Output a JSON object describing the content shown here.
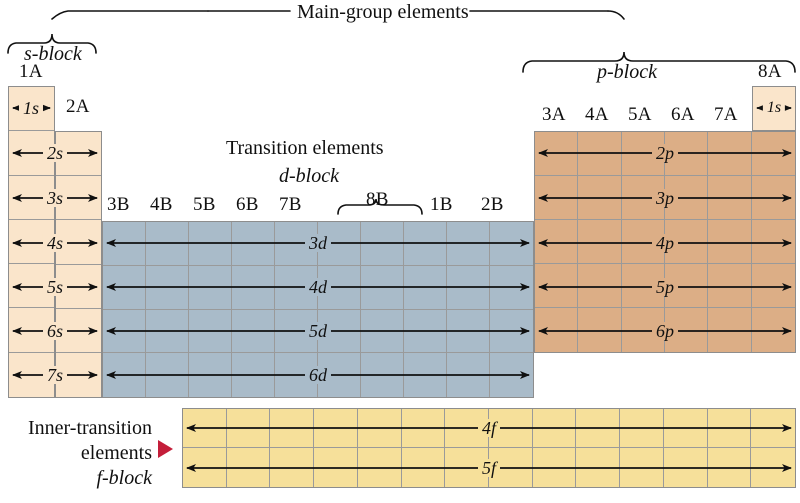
{
  "figure": {
    "title_main_group": "Main-group elements",
    "label_s_block": "s-block",
    "label_p_block": "p-block",
    "label_transition": "Transition elements",
    "label_d_block": "d-block",
    "label_inner_line1": "Inner-transition",
    "label_inner_line2": "elements",
    "label_inner_line3": "f-block",
    "pointer_icon": "red-triangle-right-icon"
  },
  "colors": {
    "s_block": "#FAE5CB",
    "d_block": "#A9BBC9",
    "p_block": "#DCAE86",
    "f_block": "#F6E09A",
    "grid_line": "#9A9A9A",
    "border": "#8D8D8D",
    "arrow": "#101010",
    "pointer": "#C41E3A",
    "text": "#101010"
  },
  "group_labels": {
    "s_block": [
      "1A",
      "2A"
    ],
    "d_block": [
      "3B",
      "4B",
      "5B",
      "6B",
      "7B",
      "8B",
      "1B",
      "2B"
    ],
    "p_block": [
      "3A",
      "4A",
      "5A",
      "6A",
      "7A",
      "8A"
    ]
  },
  "orbital_labels": {
    "s": [
      "1s",
      "2s",
      "3s",
      "4s",
      "5s",
      "6s",
      "7s"
    ],
    "helium": "1s",
    "d": [
      "3d",
      "4d",
      "5d",
      "6d"
    ],
    "p": [
      "2p",
      "3p",
      "4p",
      "5p",
      "6p"
    ],
    "f": [
      "4f",
      "5f"
    ]
  },
  "blocks": {
    "s": {
      "columns": 2,
      "rows": 7
    },
    "d": {
      "columns": 10,
      "rows": 4
    },
    "p": {
      "columns": 6,
      "rows": 5
    },
    "f": {
      "columns": 14,
      "rows": 2
    },
    "helium": {
      "columns": 1,
      "rows": 1
    }
  }
}
